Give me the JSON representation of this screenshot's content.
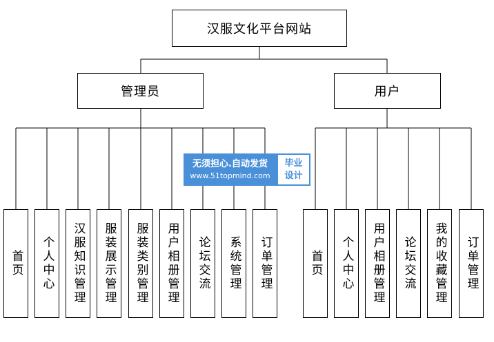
{
  "root": {
    "label": "汉服文化平台网站"
  },
  "admin": {
    "label": "管理员",
    "children": [
      "首页",
      "个人中心",
      "汉服知识管理",
      "服装展示管理",
      "服装类别管理",
      "用户相册管理",
      "论坛交流",
      "系统管理",
      "订单管理"
    ]
  },
  "user": {
    "label": "用户",
    "children": [
      "首页",
      "个人中心",
      "用户相册管理",
      "论坛交流",
      "我的收藏管理",
      "订单管理"
    ]
  },
  "watermark": {
    "line1": "无须担心.自动发货",
    "line2": "www.51topmind.com",
    "badge1": "毕业",
    "badge2": "设计"
  }
}
